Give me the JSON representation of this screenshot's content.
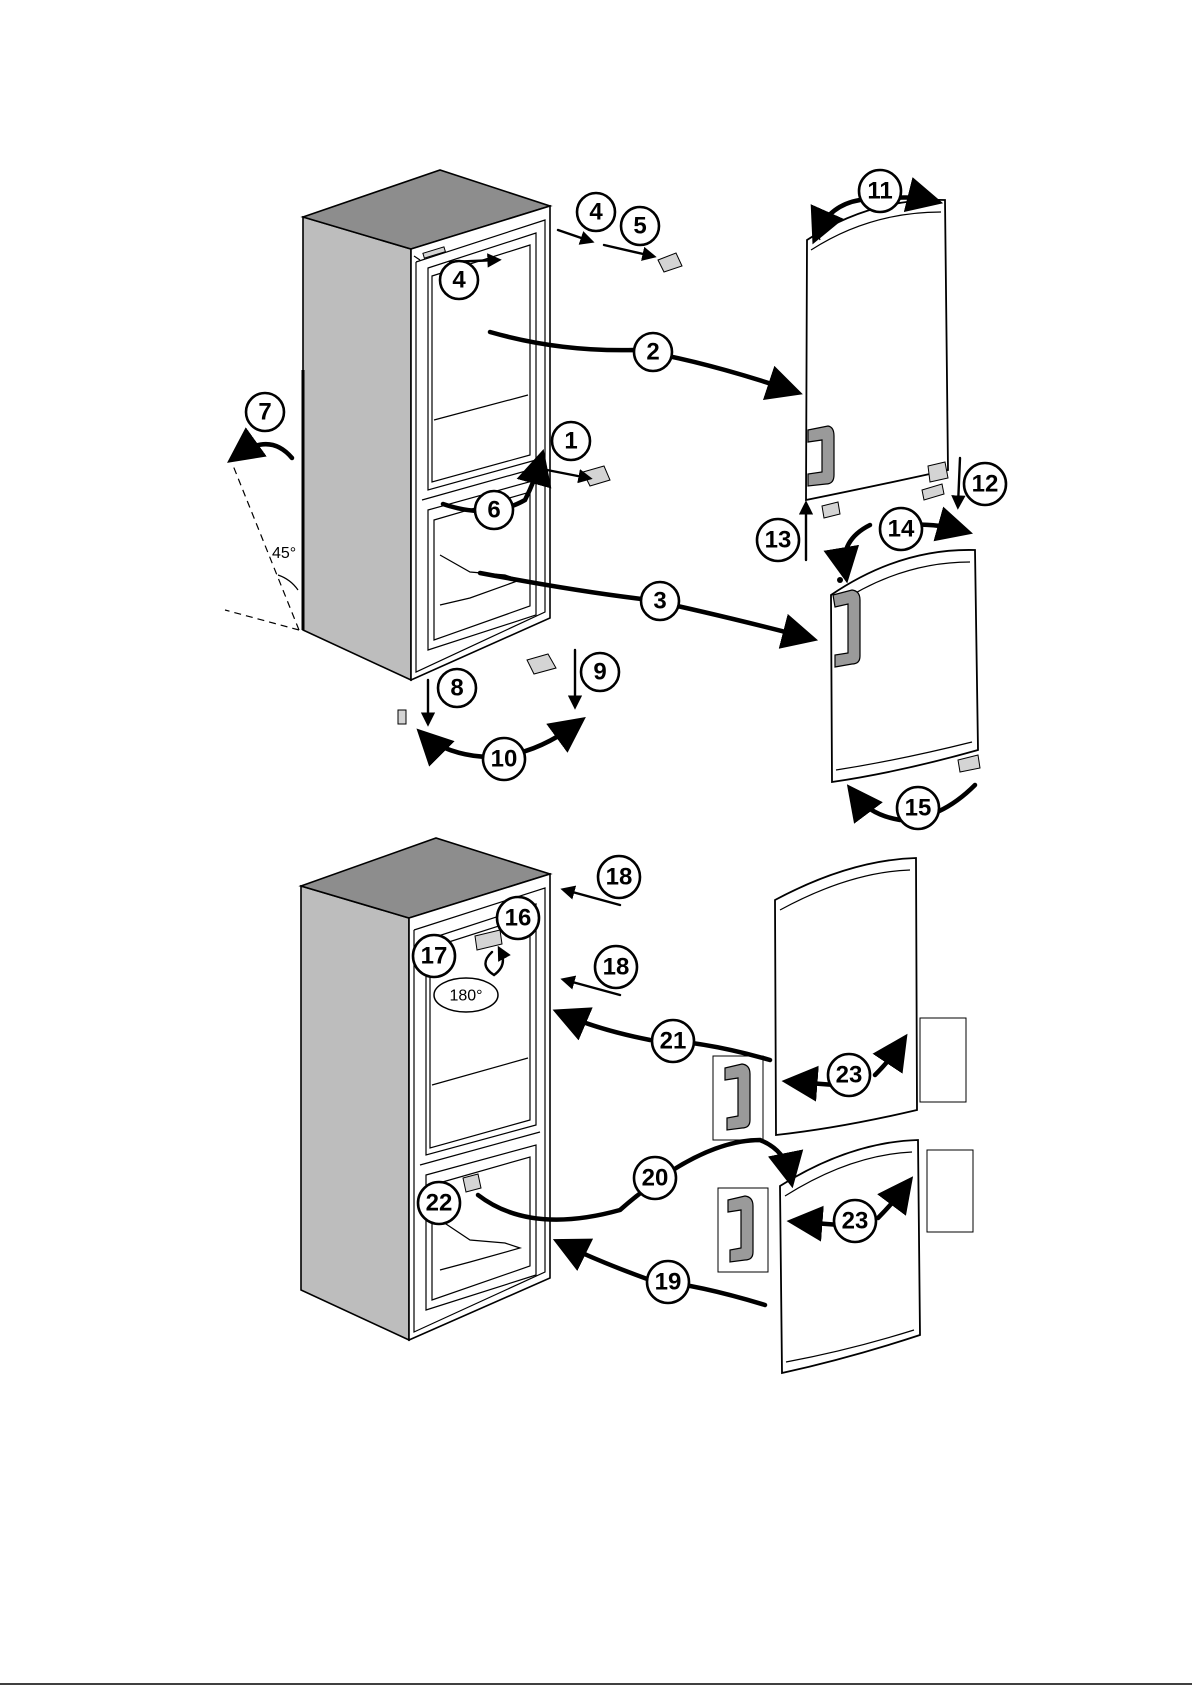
{
  "diagram": {
    "steps": {
      "s1": "1",
      "s2": "2",
      "s3": "3",
      "s4a": "4",
      "s4b": "4",
      "s5": "5",
      "s6": "6",
      "s7": "7",
      "s8": "8",
      "s9": "9",
      "s10": "10",
      "s11": "11",
      "s12": "12",
      "s13": "13",
      "s14": "14",
      "s15": "15",
      "s16": "16",
      "s17": "17",
      "s18a": "18",
      "s18b": "18",
      "s19": "19",
      "s20": "20",
      "s21": "21",
      "s22": "22",
      "s23a": "23",
      "s23b": "23"
    },
    "angles": {
      "tilt": "45°",
      "rotate": "180°"
    }
  }
}
